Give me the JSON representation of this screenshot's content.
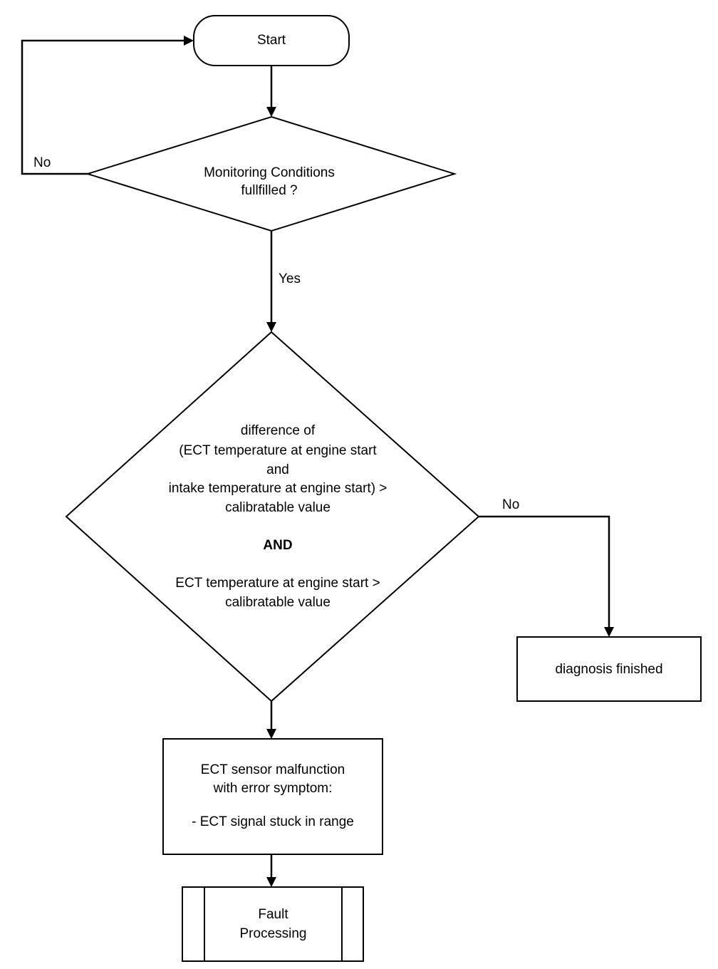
{
  "nodes": {
    "start": "Start",
    "monitoring": {
      "line1": "Monitoring  Conditions",
      "line2": "fullfilled ?"
    },
    "decision": {
      "line1": "difference of",
      "line2": "(ECT temperature at engine start",
      "line3": "and",
      "line4": "intake temperature at engine start) >",
      "line5": "calibratable value",
      "line6": "AND",
      "line7": "ECT temperature at engine start >",
      "line8": "calibratable value"
    },
    "diagnosis_finished": "diagnosis finished",
    "malfunction": {
      "line1": "ECT sensor malfunction",
      "line2": "with error symptom:",
      "line3": "- ECT signal stuck in range"
    },
    "fault": {
      "line1": "Fault",
      "line2": "Processing"
    }
  },
  "edges": {
    "monitoring_no": "No",
    "monitoring_yes": "Yes",
    "decision_no": "No"
  }
}
